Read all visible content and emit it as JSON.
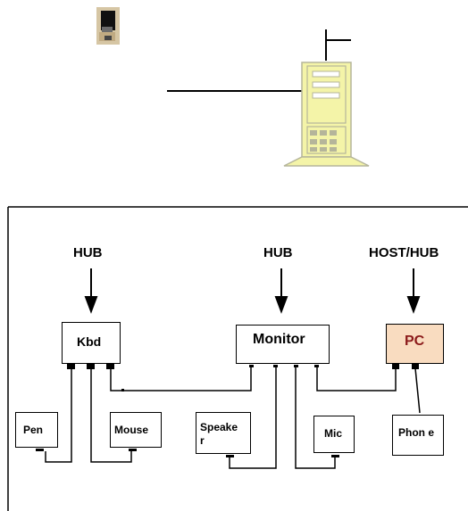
{
  "hubs": {
    "left": "HUB",
    "middle": "HUB",
    "right": "HOST/HUB"
  },
  "devices": {
    "kbd": "Kbd",
    "monitor": "Monitor",
    "pc": "PC",
    "pen": "Pen",
    "mouse": "Mouse",
    "speaker": "Speake r",
    "mic": "Mic",
    "phone": "Phon e"
  },
  "colors": {
    "pc_fill": "#f9dcc0",
    "pc_text": "#8b1a1a",
    "server_fill": "#f4f4a8",
    "server_stroke": "#b5b59a"
  },
  "icons": [
    "thumbnail-icon",
    "server-tower-icon",
    "arrow-down-icon"
  ]
}
